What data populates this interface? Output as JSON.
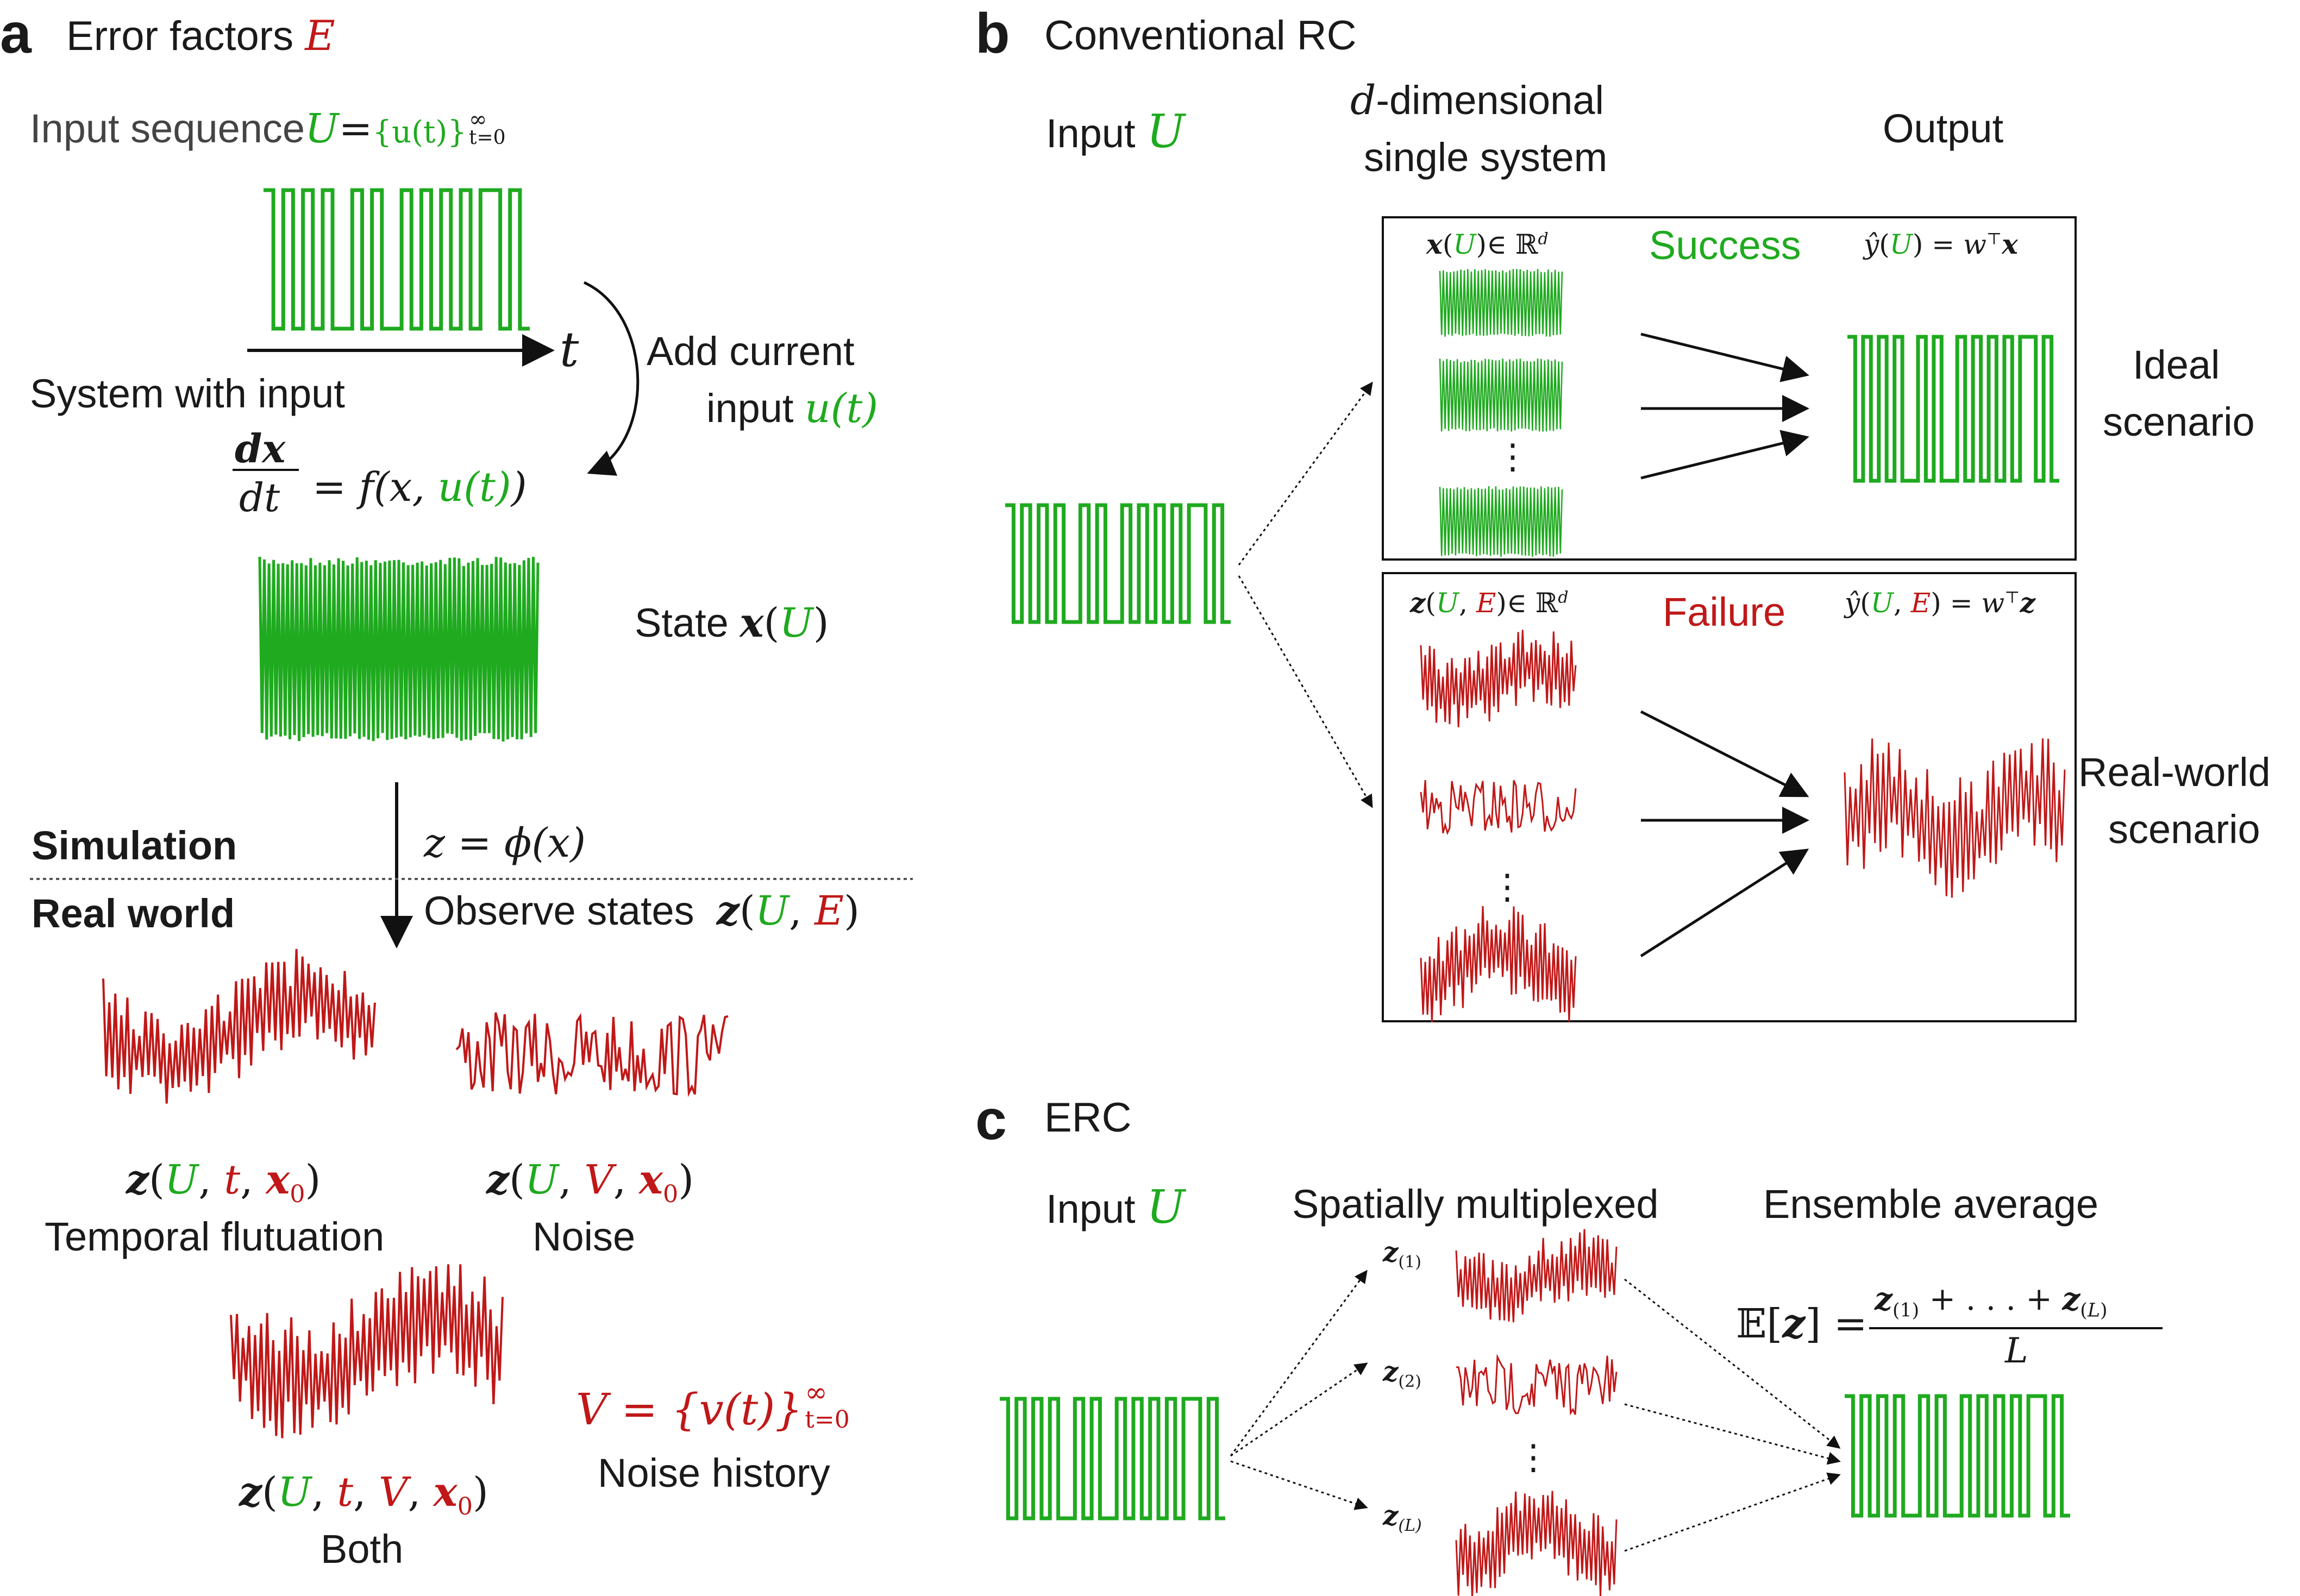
{
  "colors": {
    "green": "#1faa1f",
    "red": "#c01818",
    "ink": "#1a1a1a"
  },
  "panel_a": {
    "letter": "a",
    "title": "Error factors",
    "title_symbol": "E",
    "input_label": "Input sequence",
    "input_symbol": "U",
    "input_eq": "=",
    "input_set": "{u(t)}",
    "input_range_sup": "∞",
    "input_range_sub": "t=0",
    "time_axis": "t",
    "system_label": "System with input",
    "add_line1": "Add current",
    "add_line2": "input",
    "add_symbol": "u(t)",
    "ode_num": "dx",
    "ode_den": "dt",
    "ode_rhs_pre": "= f(x, ",
    "ode_rhs_green": "u(t)",
    "ode_rhs_post": ")",
    "state_label": "State",
    "state_x": "x",
    "state_U": "U",
    "sim_label": "Simulation",
    "real_label": "Real world",
    "phi_eq": "z = ϕ(x)",
    "observe_label": "Observe states",
    "observe_z": "z",
    "observe_U": "U",
    "observe_E": "E",
    "temporal_caption": "Temporal flutuation",
    "noise_caption": "Noise",
    "both_caption": "Both",
    "noise_history_set": "V = {v(t)}",
    "noise_history_sup": "∞",
    "noise_history_sub": "t=0",
    "noise_history_label": "Noise history"
  },
  "panel_b": {
    "letter": "b",
    "title": "Conventional RC",
    "input_label": "Input",
    "input_symbol": "U",
    "system_line1_symbol": "d",
    "system_line1": "-dimensional",
    "system_line2": "single system",
    "output_label": "Output",
    "state_ideal": "x(U)∈ ℝ",
    "state_ideal_sup": "d",
    "success_label": "Success",
    "yhat_ideal": "ŷ(U) = w",
    "yhat_ideal_post": "x",
    "transpose": "⊤",
    "ideal_line1": "Ideal",
    "ideal_line2": "scenario",
    "state_real": "z(U, E)∈ ℝ",
    "state_real_sup": "d",
    "failure_label": "Failure",
    "yhat_real": "ŷ(U, E) = w",
    "yhat_real_post": "z",
    "real_line1": "Real-world",
    "real_line2": "scenario",
    "vdots": "⋮"
  },
  "panel_c": {
    "letter": "c",
    "title": "ERC",
    "input_label": "Input",
    "input_symbol": "U",
    "multiplex_label": "Spatially multiplexed",
    "ensemble_label": "Ensemble average",
    "z1": "z",
    "z1_sub": "(1)",
    "z2": "z",
    "z2_sub": "(2)",
    "zL": "z",
    "zL_sub": "(L)",
    "vdots": "⋮",
    "expect_lhs": "𝔼[z] =",
    "expect_num": "z(1) + . . . + z(L)",
    "expect_den": "L"
  }
}
